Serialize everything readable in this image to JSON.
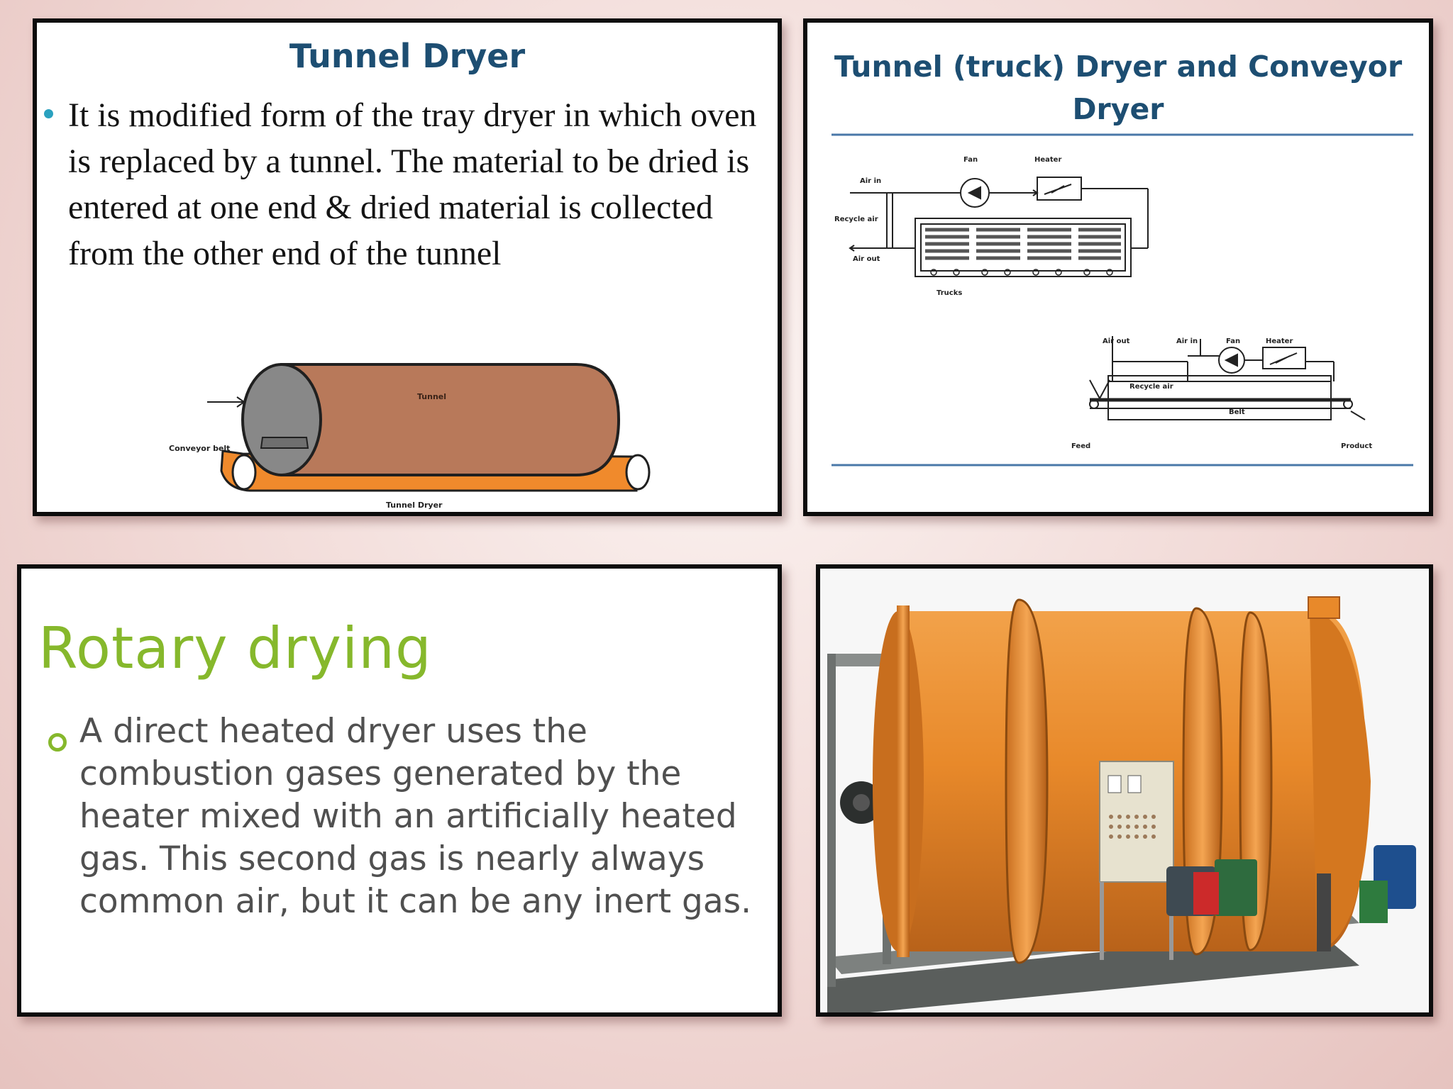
{
  "tunnel_dryer": {
    "title": "Tunnel Dryer",
    "bullet": "It is modified form of the tray dryer in which oven is replaced by a tunnel. The material to be dried is entered at one end & dried material is collected from the other end of the tunnel",
    "figure": {
      "tunnel_label": "Tunnel",
      "conveyor_label": "Conveyor belt",
      "caption": "Tunnel Dryer"
    }
  },
  "truck_conveyor": {
    "title": "Tunnel (truck) Dryer and Conveyor Dryer",
    "truck_diagram": {
      "fan": "Fan",
      "heater": "Heater",
      "air_in": "Air in",
      "recycle_air": "Recycle air",
      "air_out": "Air out",
      "trucks": "Trucks"
    },
    "conveyor_diagram": {
      "air_out": "Air out",
      "air_in": "Air in",
      "fan": "Fan",
      "heater": "Heater",
      "recycle_air": "Recycle air",
      "belt": "Belt",
      "feed": "Feed",
      "product": "Product"
    }
  },
  "rotary": {
    "title": "Rotary drying",
    "bullet": "A direct heated dryer uses the combustion gases generated by the heater mixed with an artificially heated gas. This second gas is nearly always common air, but it can be any inert gas."
  },
  "photo": {
    "subject": "rotary-dryer-machine"
  },
  "colors": {
    "title_blue": "#1d4e72",
    "rotary_green": "#86b82c",
    "tunnel_brown": "#b8795a",
    "belt_orange": "#f08a2c",
    "dryer_orange": "#e8892a",
    "background_pink": "#f1d9d6"
  }
}
